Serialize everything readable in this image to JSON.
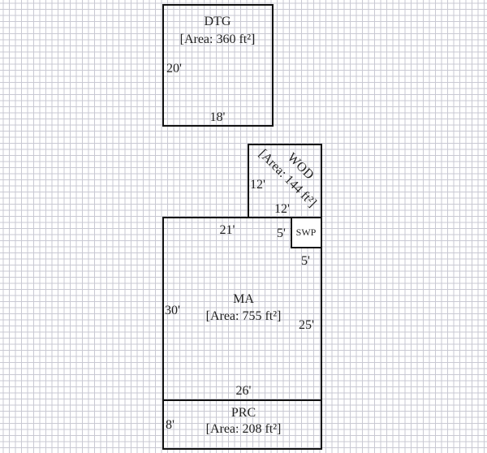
{
  "rooms": {
    "dtg": {
      "name": "DTG",
      "area": "[Area: 360 ft²]",
      "height_label": "20'",
      "width_label": "18'"
    },
    "wod": {
      "name": "WOD",
      "area": "[Area: 144 ft²]",
      "height_label": "12'",
      "width_label": "12'"
    },
    "swp": {
      "name": "SWP",
      "width_label": "5'",
      "height_label": "5'"
    },
    "ma": {
      "name": "MA",
      "area": "[Area: 755 ft²]",
      "top_label": "21'",
      "left_label": "30'",
      "right_label": "25'",
      "bottom_label": "26'"
    },
    "prc": {
      "name": "PRC",
      "area": "[Area: 208 ft²]",
      "height_label": "8'"
    }
  }
}
